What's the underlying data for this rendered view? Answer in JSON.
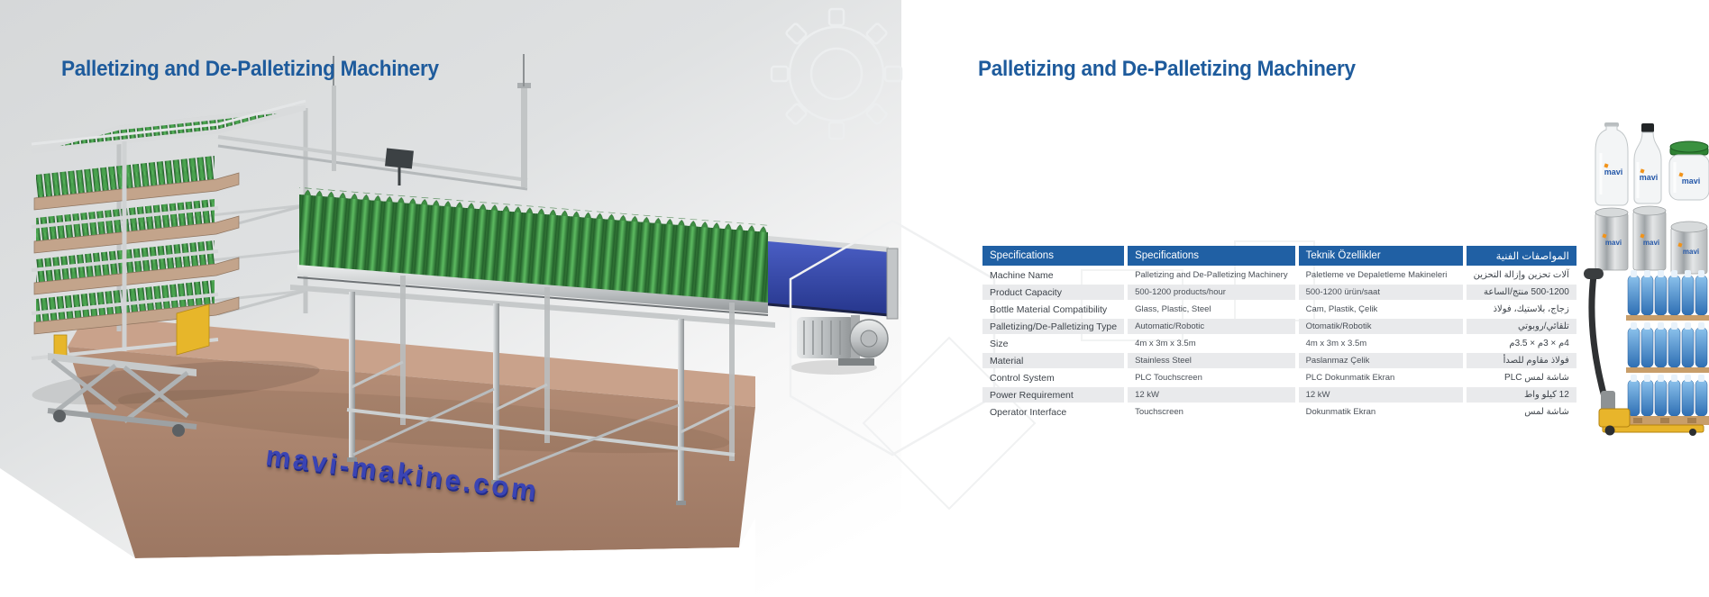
{
  "page_left": {
    "title": "Palletizing and De-Palletizing Machinery",
    "machine_caption_url": "mavi-makine.com"
  },
  "page_right": {
    "title": "Palletizing and De-Palletizing Machinery",
    "brand_short": "mavi",
    "spec_table": {
      "headers": [
        "Specifications",
        "Specifications",
        "Teknik Özellikler",
        "المواصفات الفنية"
      ],
      "rows": [
        {
          "label": "Machine Name",
          "en": "Palletizing and De-Palletizing Machinery",
          "tr": "Paletleme ve Depaletleme Makineleri",
          "ar": "آلات تحزين وإزالة التحزين"
        },
        {
          "label": "Product Capacity",
          "en": "500-1200 products/hour",
          "tr": "500-1200 ürün/saat",
          "ar": "500-1200 منتج/الساعة"
        },
        {
          "label": "Bottle Material Compatibility",
          "en": "Glass, Plastic, Steel",
          "tr": "Cam, Plastik, Çelik",
          "ar": "زجاج، بلاستيك، فولاذ"
        },
        {
          "label": "Palletizing/De-Palletizing Type",
          "en": "Automatic/Robotic",
          "tr": "Otomatik/Robotik",
          "ar": "تلقائي/روبوتي"
        },
        {
          "label": "Size",
          "en": "4m x 3m x 3.5m",
          "tr": "4m x 3m x 3.5m",
          "ar": "4م × 3م × 3.5م"
        },
        {
          "label": "Material",
          "en": "Stainless Steel",
          "tr": "Paslanmaz Çelik",
          "ar": "فولاذ مقاوم للصدأ"
        },
        {
          "label": "Control System",
          "en": "PLC Touchscreen",
          "tr": "PLC Dokunmatik Ekran",
          "ar": "شاشة لمس PLC"
        },
        {
          "label": "Power Requirement",
          "en": "12 kW",
          "tr": "12 kW",
          "ar": "12 كيلو واط"
        },
        {
          "label": "Operator Interface",
          "en": "Touchscreen",
          "tr": "Dokunmatik Ekran",
          "ar": "شاشة لمس"
        }
      ]
    }
  },
  "colors": {
    "accent_blue": "#1e5b9c",
    "table_header_blue": "#2060a4",
    "row_gray": "#e9eaec",
    "bottle_green": "#3a9140",
    "belt_blue": "#3750b0",
    "platform_brown": "#b18b74",
    "logo_blue": "#3a44b4",
    "pallet_yellow": "#e8b52b"
  }
}
